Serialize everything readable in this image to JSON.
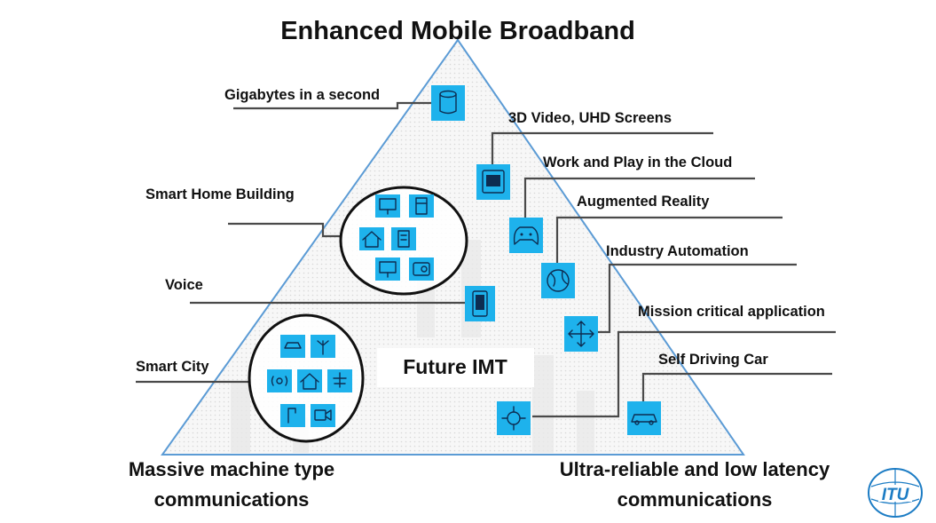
{
  "title": "Enhanced Mobile Broadband",
  "center_label": "Future IMT",
  "corners": {
    "bottom_left": [
      "Massive machine type",
      "communications"
    ],
    "bottom_right": [
      "Ultra-reliable and low latency",
      "communications"
    ]
  },
  "left_labels": {
    "gigabytes": "Gigabytes in a second",
    "smart_home": "Smart Home Building",
    "voice": "Voice",
    "smart_city": "Smart City"
  },
  "right_labels": {
    "video_3d": "3D Video, UHD Screens",
    "cloud": "Work and Play in the Cloud",
    "ar": "Augmented Reality",
    "industry": "Industry Automation",
    "mission": "Mission critical application",
    "self_driving": "Self Driving Car"
  },
  "logo_text": "ITU",
  "colors": {
    "icon_fill": "#1eb2ec",
    "icon_glyph": "#0d2d52",
    "triangle_edge": "#5b9bd5"
  },
  "icons": [
    "database-icon",
    "monitor-icon",
    "gamepad-icon",
    "globe-icon",
    "arrows-icon",
    "phone-icon",
    "joystick-icon",
    "car-icon"
  ]
}
